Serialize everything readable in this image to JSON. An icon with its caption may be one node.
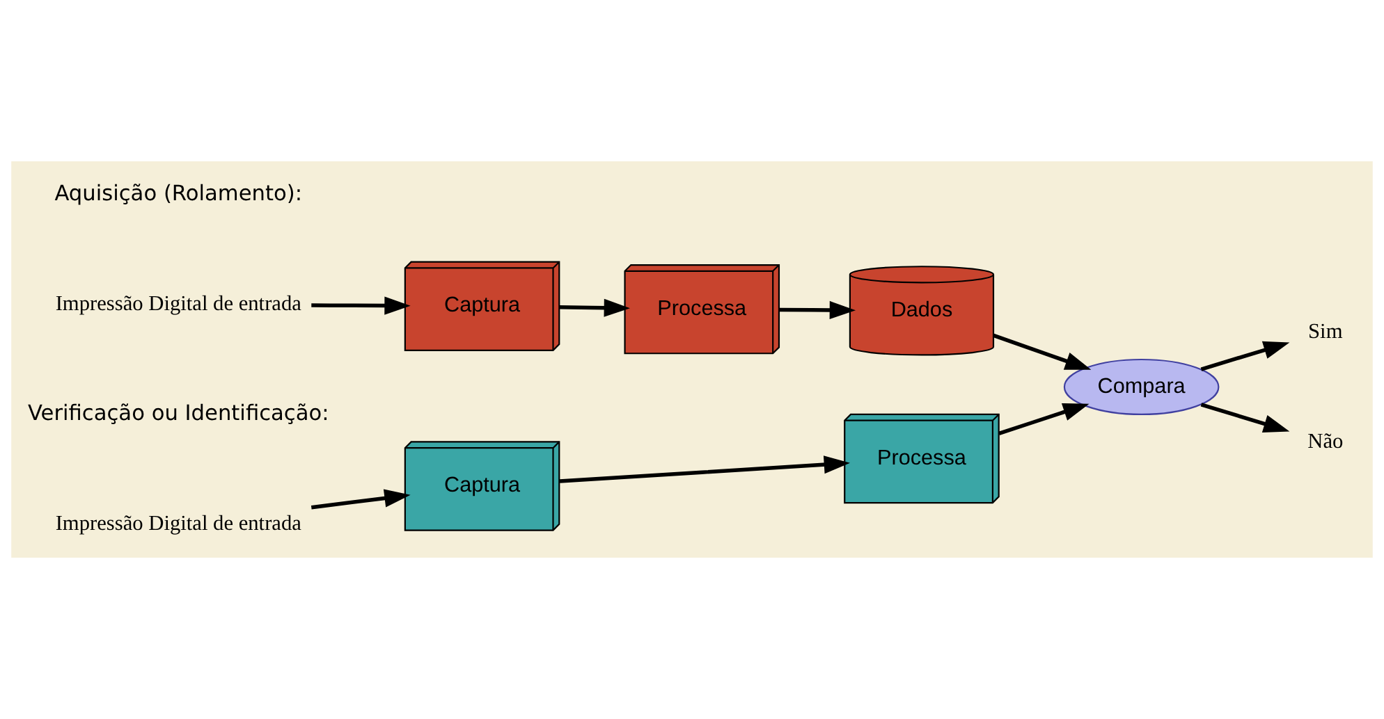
{
  "diagram": {
    "nodes": [
      {
        "text": [
          "Impressão Digital de entrada"
        ]
      },
      {
        "text": [
          "Captura"
        ]
      },
      {
        "text": [
          "Processa"
        ]
      },
      {
        "text": [
          "Dados"
        ]
      },
      {
        "text": [
          "Compara"
        ]
      },
      {
        "text": [
          "Sim"
        ]
      },
      {
        "text": [
          "Não"
        ]
      },
      {
        "text": [
          "Impressão Digital de entrada"
        ]
      },
      {
        "text": [
          "Captura"
        ]
      },
      {
        "text": [
          "Processa"
        ]
      }
    ],
    "edges": [
      {
        "from": 0,
        "to": 1,
        "arrow": "to"
      },
      {
        "from": 1,
        "to": 2,
        "arrow": "to"
      },
      {
        "from": 2,
        "to": 3,
        "arrow": "to"
      },
      {
        "from": 3,
        "to": 4,
        "arrow": "to"
      },
      {
        "from": 4,
        "to": 5,
        "arrow": "to"
      },
      {
        "from": 4,
        "to": 6,
        "arrow": "to"
      },
      {
        "from": 7,
        "to": 8,
        "arrow": "to"
      },
      {
        "from": 8,
        "to": 9,
        "arrow": "to"
      },
      {
        "from": 9,
        "to": 4,
        "arrow": "to"
      }
    ],
    "labels": [
      "Aquisição (Rolamento):",
      "Verificação ou Identificação:"
    ]
  }
}
